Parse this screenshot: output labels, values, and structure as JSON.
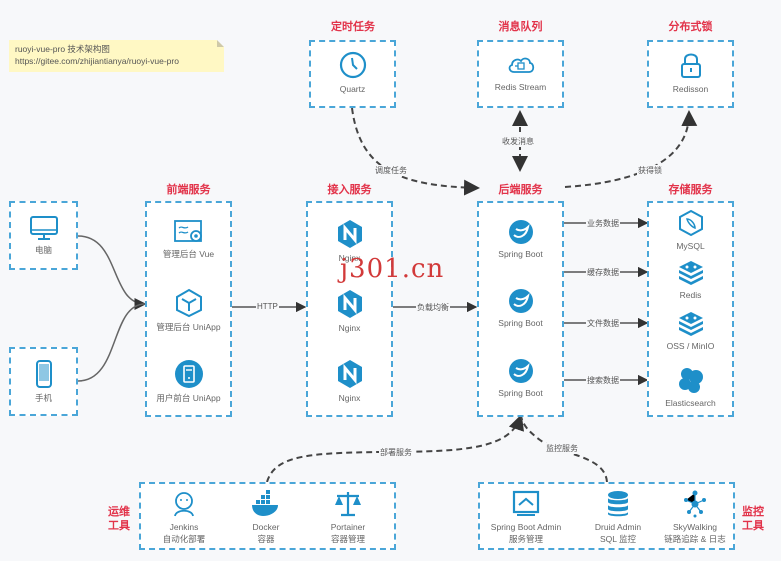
{
  "note": {
    "line1": "ruoyi-vue-pro 技术架构图",
    "line2": "https://gitee.com/zhijiantianya/ruoyi-vue-pro"
  },
  "watermark": "j301.cn",
  "colors": {
    "accent": "#1296db",
    "title": "#e2334a",
    "border": "#4aa6d8",
    "note_bg": "#fff8c4"
  },
  "top": {
    "scheduler": {
      "title": "定时任务",
      "item": "Quartz",
      "icon": "clock-icon"
    },
    "mq": {
      "title": "消息队列",
      "item": "Redis Stream",
      "icon": "cloud-icon"
    },
    "lock": {
      "title": "分布式锁",
      "item": "Redisson",
      "icon": "lock-icon"
    }
  },
  "clients": [
    {
      "label": "电脑",
      "icon": "monitor-icon"
    },
    {
      "label": "手机",
      "icon": "phone-icon"
    }
  ],
  "frontend": {
    "title": "前端服务",
    "items": [
      {
        "label": "管理后台 Vue",
        "icon": "dashboard-icon"
      },
      {
        "label": "管理后台 UniApp",
        "icon": "cube-icon"
      },
      {
        "label": "用户前台 UniApp",
        "icon": "app-icon"
      }
    ]
  },
  "gateway": {
    "title": "接入服务",
    "items": [
      {
        "label": "Nginx"
      },
      {
        "label": "Nginx"
      },
      {
        "label": "Nginx"
      }
    ]
  },
  "backend": {
    "title": "后端服务",
    "items": [
      {
        "label": "Spring Boot"
      },
      {
        "label": "Spring Boot"
      },
      {
        "label": "Spring Boot"
      }
    ]
  },
  "storage": {
    "title": "存储服务",
    "items": [
      {
        "label": "MySQL",
        "icon": "mysql-icon"
      },
      {
        "label": "Redis",
        "icon": "redis-icon"
      },
      {
        "label": "OSS / MinIO",
        "icon": "oss-icon"
      },
      {
        "label": "Elasticsearch",
        "icon": "elasticsearch-icon"
      }
    ]
  },
  "edges": {
    "http": "HTTP",
    "load_balance": "负载均衡",
    "schedule": "调度任务",
    "send_recv": "收发消息",
    "get_lock": "获得锁",
    "biz_data": "业务数据",
    "cache_data": "缓存数据",
    "file_data": "文件数据",
    "search_data": "搜索数据",
    "deploy": "部署服务",
    "monitor": "监控服务"
  },
  "ops": {
    "title_line1": "运维",
    "title_line2": "工具",
    "items": [
      {
        "name": "Jenkins",
        "desc": "自动化部署",
        "icon": "jenkins-icon"
      },
      {
        "name": "Docker",
        "desc": "容器",
        "icon": "docker-icon"
      },
      {
        "name": "Portainer",
        "desc": "容器管理",
        "icon": "scale-icon"
      }
    ]
  },
  "monitor": {
    "title_line1": "监控",
    "title_line2": "工具",
    "items": [
      {
        "name": "Spring Boot Admin",
        "desc": "服务管理",
        "icon": "admin-monitor-icon"
      },
      {
        "name": "Druid Admin",
        "desc": "SQL 监控",
        "icon": "database-icon"
      },
      {
        "name": "SkyWalking",
        "desc": "链路追踪 & 日志",
        "icon": "network-icon"
      }
    ]
  }
}
